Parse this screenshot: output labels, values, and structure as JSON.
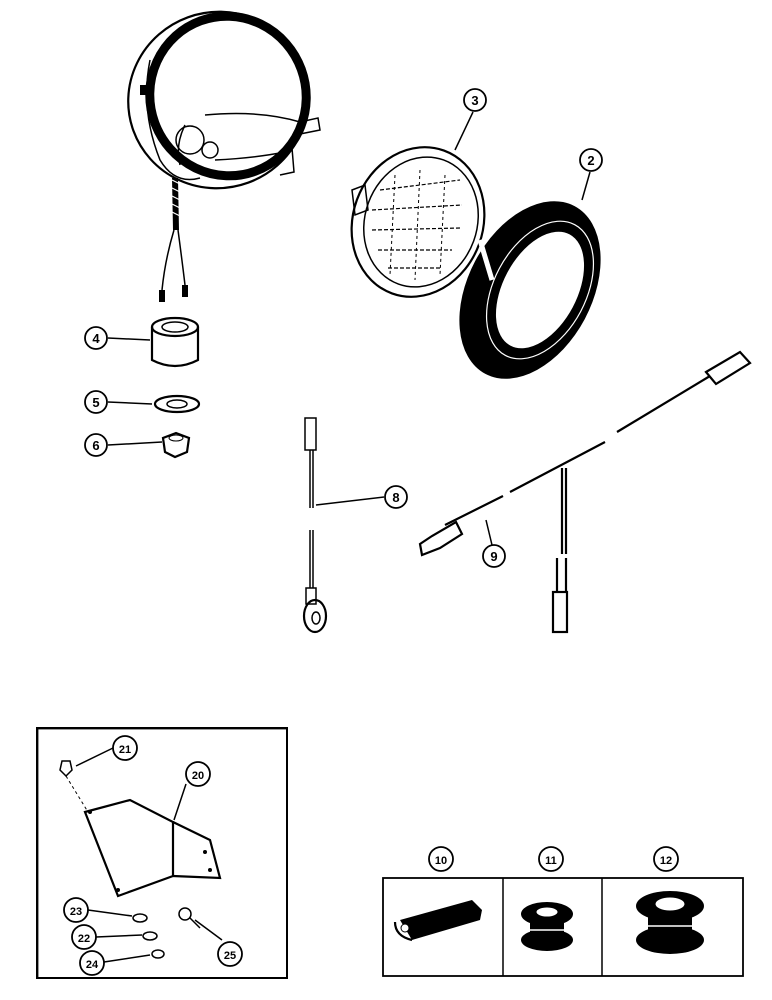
{
  "callouts": {
    "c2": "2",
    "c3": "3",
    "c4": "4",
    "c5": "5",
    "c6": "6",
    "c8": "8",
    "c9": "9",
    "c10": "10",
    "c11": "11",
    "c12": "12",
    "c20": "20",
    "c21": "21",
    "c22": "22",
    "c23": "23",
    "c24": "24",
    "c25": "25"
  }
}
